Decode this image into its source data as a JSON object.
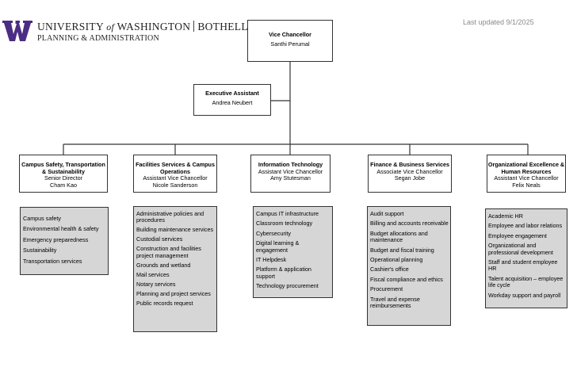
{
  "logo": {
    "university": "UNIVERSITY",
    "of": "of",
    "washington": "WASHINGTON",
    "campus": "BOTHELL",
    "unit": "PLANNING & ADMINISTRATION",
    "brand_color": "#4b2e83"
  },
  "last_updated": "Last updated 9/1/2025",
  "vice_chancellor": {
    "title": "Vice Chancellor",
    "name": "Santhi Perumal"
  },
  "executive_assistant": {
    "title": "Executive Assistant",
    "name": "Andrea Neubert"
  },
  "departments": [
    {
      "title": "Campus Safety, Transportation & Sustainability",
      "role": "Senior Director",
      "name": "Cham Kao",
      "services": [
        "Campus safety",
        "Environmental health & safety",
        "Emergency preparedness",
        "Sustainability",
        "Transportation services"
      ]
    },
    {
      "title": "Facilities Services & Campus Operations",
      "role": "Assistant Vice Chancellor",
      "name": "Nicole Sanderson",
      "services": [
        "Administrative policies and procedures",
        "Building maintenance services",
        "Custodial services",
        "Construction and facilities project management",
        "Grounds and wetland",
        "Mail services",
        "Notary services",
        "Planning and project services",
        "Public records request"
      ]
    },
    {
      "title": "Information Technology",
      "role": "Assistant Vice Chancellor",
      "name": "Amy Stutesman",
      "services": [
        "Campus IT infrastructure",
        "Classroom technology",
        "Cybersecurity",
        "Digital learning & engagement",
        "IT Helpdesk",
        "Platform & application support",
        "Technology procurement"
      ]
    },
    {
      "title": "Finance & Business Services",
      "role": "Associate Vice Chancellor",
      "name": "Segan Jobe",
      "services": [
        "Audit support",
        "Billing and accounts receivable",
        "Budget allocations and maintenance",
        "Budget and fiscal training",
        "Operational planning",
        "Cashier's office",
        "Fiscal compliance and ethics",
        "Procurement",
        "Travel and expense reimbursements"
      ]
    },
    {
      "title": "Organizational Excellence & Human Resources",
      "role": "Assistant Vice Chancellor",
      "name": "Felix Neals",
      "services": [
        "Academic HR",
        "Employee and labor relations",
        "Employee engagement",
        "Organizational and professional development",
        "Staff and student employee HR",
        "Talent acquisition – employee life cycle",
        "Workday support and payroll"
      ]
    }
  ]
}
